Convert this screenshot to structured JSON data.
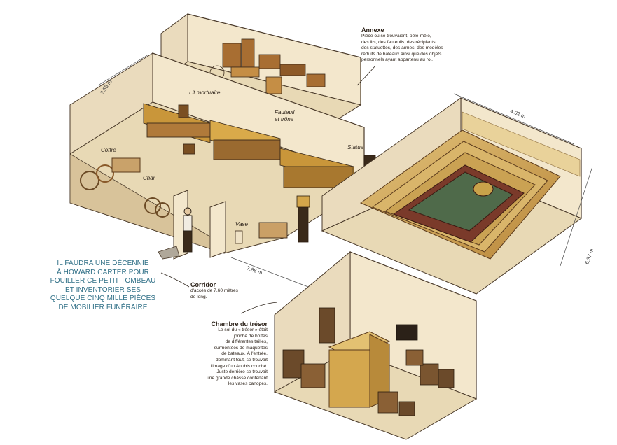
{
  "headline": {
    "lines": [
      "IL FAUDRA UNE DÉCENNIE",
      "À HOWARD CARTER POUR",
      "FOUILLER CE PETIT TOMBEAU",
      "ET INVENTORIER SES",
      "QUELQUE CINQ MILLE PIÈCES",
      "DE MOBILIER FUNÉRAIRE"
    ],
    "color": "#2f6f86"
  },
  "annexe": {
    "title": "Annexe",
    "lines": [
      "Pièce où se trouvaient, pêle-mêle,",
      "des lits, des fauteuils, des récipients,",
      "des statuettes, des armes, des modèles",
      "réduits de bateaux ainsi que des objets",
      "personnels ayant appartenu au roi."
    ]
  },
  "corridor": {
    "title": "Corridor",
    "lines": [
      "d'accès de 7,60 mètres",
      "de long."
    ]
  },
  "tresor": {
    "title": "Chambre du trésor",
    "lines": [
      "Le sol du « trésor » était",
      "jonché de boîtes",
      "de différentes tailles,",
      "surmontées de maquettes",
      "de bateaux. À l'entrée,",
      "dominant tout, se trouvait",
      "l'image d'un Anubis couché.",
      "Juste derrière se trouvait",
      "une grande châsse contenant",
      "les vases canopes."
    ]
  },
  "items": {
    "lit": "Lit mortuaire",
    "fauteuil_1": "Fauteuil",
    "fauteuil_2": "et trône",
    "statue": "Statue",
    "coffre": "Coffre",
    "char": "Char",
    "vase": "Vase"
  },
  "dimensions": {
    "antechamber_width": "3,55 m",
    "burial_length": "4,02 m",
    "antechamber_length": "7,85 m",
    "burial_width": "6,37 m"
  },
  "colors": {
    "wall_cream": "#f3e7cc",
    "floor": "#e8d9b5",
    "wood": "#b07a3a",
    "gold": "#c9963a",
    "sarcophagus": "#7a3a2a",
    "ink": "#2b2118"
  }
}
